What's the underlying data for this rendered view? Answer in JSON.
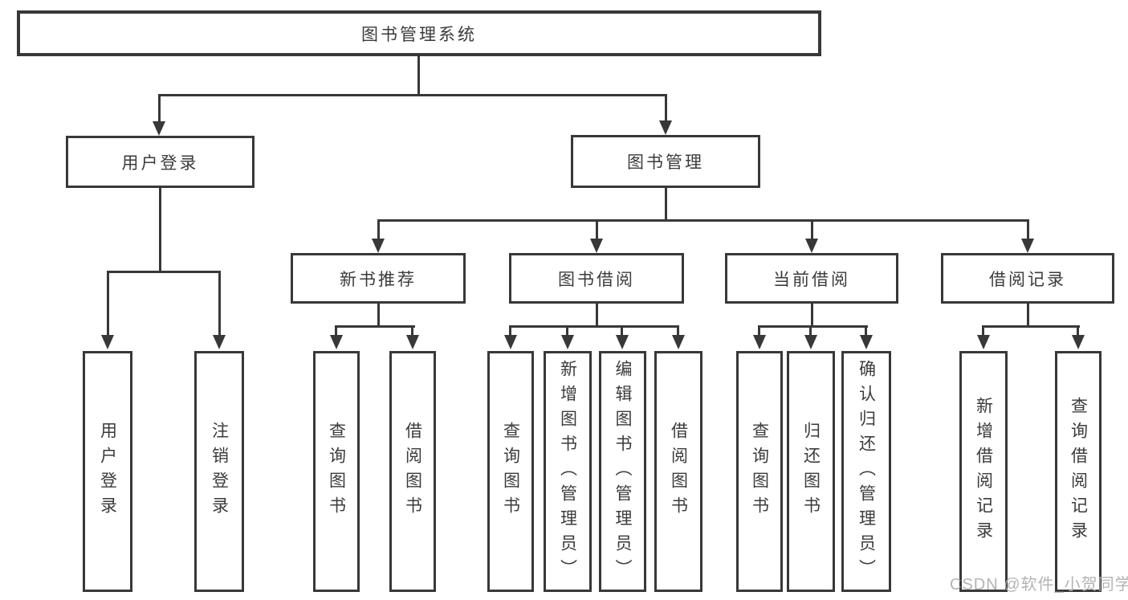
{
  "colors": {
    "line": "#383838",
    "text": "#3b3b3b",
    "watermark": "#aeaeae"
  },
  "watermark": "CSDN @软件_小贺同学",
  "tree": {
    "root": {
      "label": "图书管理系统"
    },
    "branches": [
      {
        "label": "用户登录",
        "children": [
          {
            "label": "用户登录"
          },
          {
            "label": "注销登录"
          }
        ]
      },
      {
        "label": "图书管理",
        "children": [
          {
            "label": "新书推荐",
            "children": [
              {
                "label": "查询图书"
              },
              {
                "label": "借阅图书"
              }
            ]
          },
          {
            "label": "图书借阅",
            "children": [
              {
                "label": "查询图书"
              },
              {
                "label": "新增图书（管理员）"
              },
              {
                "label": "编辑图书（管理员）"
              },
              {
                "label": "借阅图书"
              }
            ]
          },
          {
            "label": "当前借阅",
            "children": [
              {
                "label": "查询图书"
              },
              {
                "label": "归还图书"
              },
              {
                "label": "确认归还（管理员）"
              }
            ]
          },
          {
            "label": "借阅记录",
            "children": [
              {
                "label": "新增借阅记录"
              },
              {
                "label": "查询借阅记录"
              }
            ]
          }
        ]
      }
    ]
  }
}
